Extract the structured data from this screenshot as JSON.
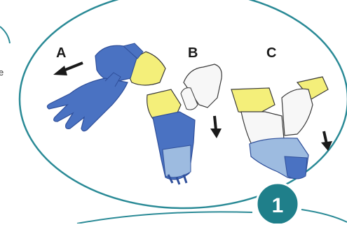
{
  "panels": [
    {
      "label": "A"
    },
    {
      "label": "B"
    },
    {
      "label": "C"
    }
  ],
  "step_number": "1",
  "left_fragment_text": "e",
  "colors": {
    "circle_outline": "#2a8a96",
    "badge": "#1f7f8a",
    "glove_blue": "#4a72c2",
    "glove_blue_dark": "#2f4f9a",
    "glove_light": "#9dbbe0",
    "cuff_yellow": "#f4ef7a",
    "hand_white": "#f7f7f7",
    "outline": "#3a3a3a"
  }
}
